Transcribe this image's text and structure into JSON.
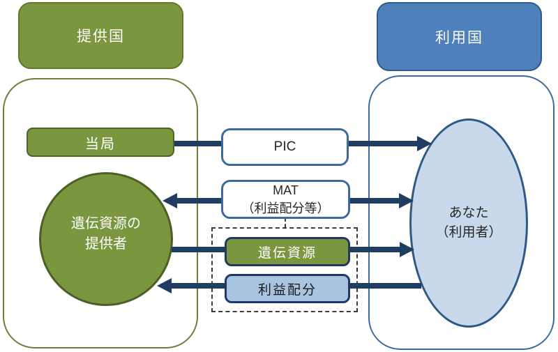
{
  "diagram": {
    "title_context": "ABS flow between provider country and user country",
    "provider": {
      "header": "提供国",
      "authority_label": "当局",
      "circle_line1": "遺伝資源の",
      "circle_line2": "提供者"
    },
    "user": {
      "header": "利用国",
      "ellipse_line1": "あなた",
      "ellipse_line2": "（利用者）"
    },
    "flows": {
      "pic_label": "PIC",
      "mat_line1": "MAT",
      "mat_line2": "（利益配分等）",
      "genetic_resource_label": "遺伝資源",
      "benefit_sharing_label": "利益配分"
    },
    "colors": {
      "olive_fill": "#7A963E",
      "olive_border": "#4F6228",
      "blue_fill": "#4E80BC",
      "blue_border": "#2E5A87",
      "ellipse_fill": "#C9D9EC",
      "benefit_box_fill": "#A9C4E1",
      "arrow_navy": "#1F3C61"
    }
  }
}
